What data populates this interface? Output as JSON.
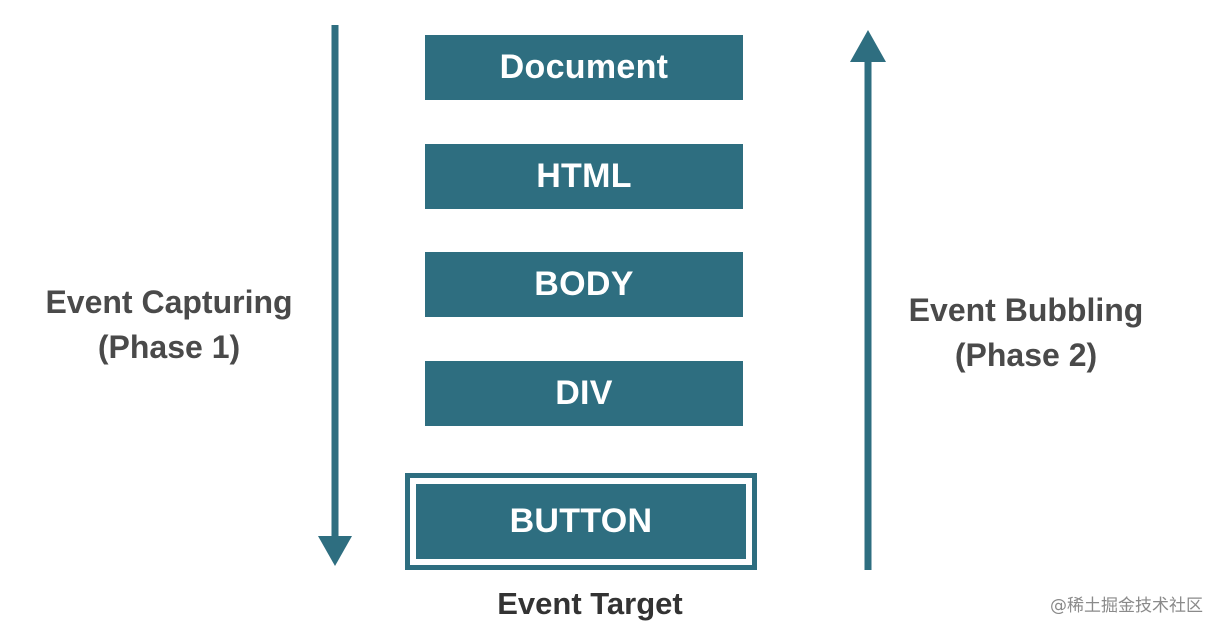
{
  "layers": {
    "document": "Document",
    "html": "HTML",
    "body": "BODY",
    "div": "DIV",
    "button": "BUTTON"
  },
  "capturing": {
    "line1": "Event Capturing",
    "line2": "(Phase 1)"
  },
  "bubbling": {
    "line1": "Event Bubbling",
    "line2": "(Phase 2)"
  },
  "target_label": "Event Target",
  "watermark": "@稀土掘金技术社区",
  "colors": {
    "box": "#2e6e80",
    "arrow": "#2e6e80",
    "label_text": "#4a4a4a"
  }
}
